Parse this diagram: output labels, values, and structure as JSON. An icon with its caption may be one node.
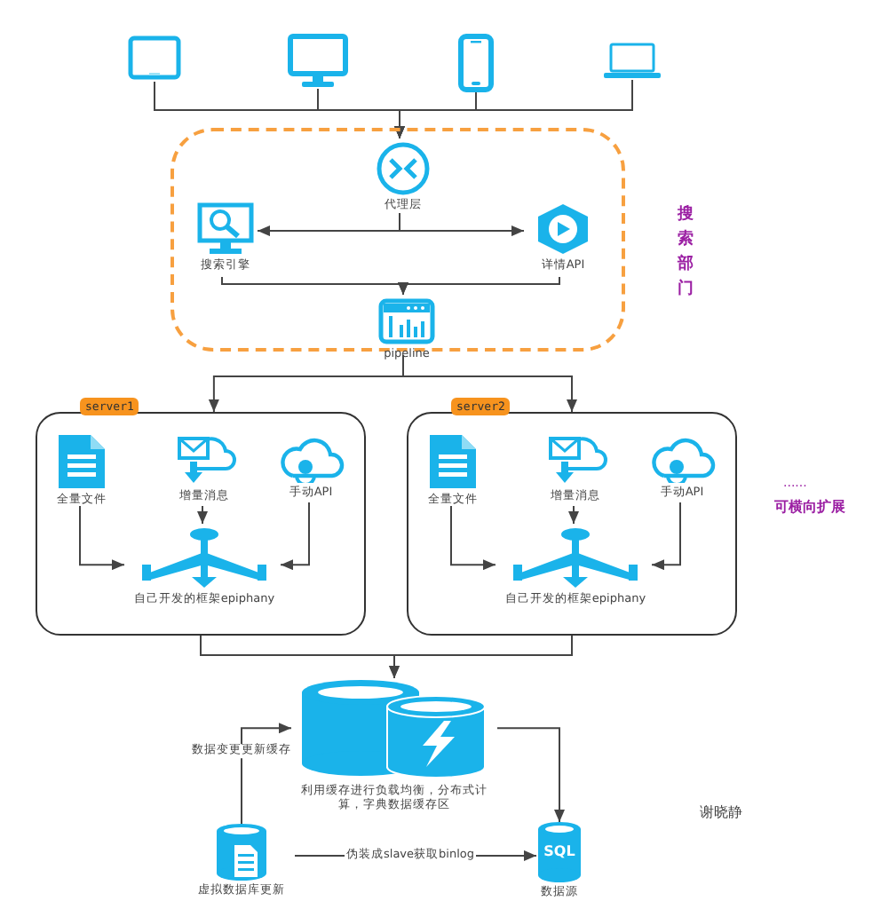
{
  "diagram": {
    "nodes": [
      {
        "text": [],
        "shape": "tablet"
      },
      {
        "text": [],
        "shape": "monitor"
      },
      {
        "text": [],
        "shape": "phone"
      },
      {
        "text": [],
        "shape": "laptop"
      },
      {
        "text": [
          "搜索部门"
        ]
      },
      {
        "text": [
          "代理层"
        ],
        "in": 4
      },
      {
        "text": [
          "搜索引擎"
        ],
        "in": 4
      },
      {
        "text": [
          "详情API"
        ],
        "in": 4
      },
      {
        "text": [
          "pipeline"
        ],
        "in": 4
      },
      {
        "text": [
          "server1"
        ]
      },
      {
        "text": [
          "全量文件"
        ],
        "in": 9
      },
      {
        "text": [
          "增量消息"
        ],
        "in": 9
      },
      {
        "text": [
          "手动API"
        ],
        "in": 9
      },
      {
        "text": [
          "自己开发的框架epiphany"
        ],
        "in": 9
      },
      {
        "text": [
          "server2"
        ]
      },
      {
        "text": [
          "全量文件"
        ],
        "in": 14
      },
      {
        "text": [
          "增量消息"
        ],
        "in": 14
      },
      {
        "text": [
          "手动API"
        ],
        "in": 14
      },
      {
        "text": [
          "自己开发的框架epiphany"
        ],
        "in": 14
      },
      {
        "text": [
          "利用缓存进行负载均衡，分布式计算，字典数据缓存区"
        ]
      },
      {
        "text": [
          "虚拟数据库更新"
        ]
      },
      {
        "text": [
          "SQL",
          "数据源"
        ]
      }
    ],
    "edges": [
      {
        "from": 0,
        "to": 5,
        "arrow": "to"
      },
      {
        "from": 1,
        "to": 5,
        "arrow": "to"
      },
      {
        "from": 2,
        "to": 5,
        "arrow": "to"
      },
      {
        "from": 3,
        "to": 5,
        "arrow": "to"
      },
      {
        "from": 5,
        "to": 6,
        "arrow": "to"
      },
      {
        "from": 5,
        "to": 7,
        "arrow": "to"
      },
      {
        "from": 6,
        "to": 8,
        "arrow": "to"
      },
      {
        "from": 7,
        "to": 8,
        "arrow": "to"
      },
      {
        "from": 8,
        "to": 9,
        "arrow": "to"
      },
      {
        "from": 8,
        "to": 14,
        "arrow": "to"
      },
      {
        "from": 10,
        "to": 13,
        "arrow": "to"
      },
      {
        "from": 11,
        "to": 13,
        "arrow": "to"
      },
      {
        "from": 12,
        "to": 13,
        "arrow": "to"
      },
      {
        "from": 15,
        "to": 18,
        "arrow": "to"
      },
      {
        "from": 16,
        "to": 18,
        "arrow": "to"
      },
      {
        "from": 17,
        "to": 18,
        "arrow": "to"
      },
      {
        "from": 9,
        "to": 19,
        "arrow": "to"
      },
      {
        "from": 14,
        "to": 19,
        "arrow": "to"
      },
      {
        "from": 20,
        "to": 19,
        "arrow": "to",
        "label": "数据变更更新缓存"
      },
      {
        "from": 19,
        "to": 21,
        "arrow": "to"
      },
      {
        "from": 20,
        "to": 21,
        "arrow": "to",
        "label": "伪装成slave获取binlog"
      }
    ],
    "labels": [
      "......",
      "可横向扩展",
      "谢晓静"
    ]
  }
}
